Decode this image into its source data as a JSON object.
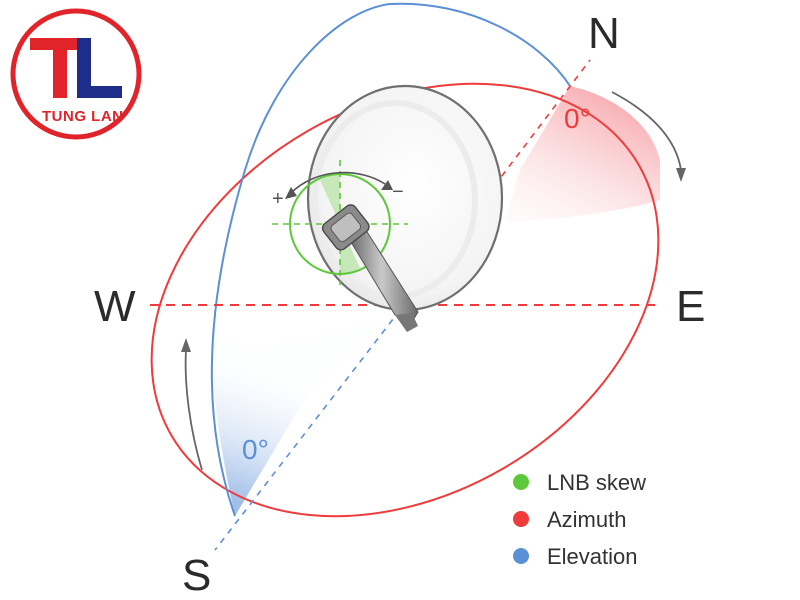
{
  "logo": {
    "monogram": "TL",
    "brand": "TUNG LAN",
    "colors": {
      "ring": "#e0242a",
      "letter_t": "#e0242a",
      "letter_l": "#1f2d8a",
      "brand_text": "#e0242a"
    }
  },
  "directions": {
    "north": "N",
    "south": "S",
    "east": "E",
    "west": "W"
  },
  "angles": {
    "azimuth_zero": "0°",
    "elevation_zero": "0°"
  },
  "skew_signs": {
    "plus": "+",
    "minus": "−"
  },
  "legend": [
    {
      "label": "LNB skew",
      "color": "#5cc83a"
    },
    {
      "label": "Azimuth",
      "color": "#ef3b3b"
    },
    {
      "label": "Elevation",
      "color": "#5b8fd6"
    }
  ],
  "colors": {
    "azimuth": "#ef3b3b",
    "elevation": "#5b8fd6",
    "skew": "#5cc83a",
    "arrow": "#666666",
    "dish_stroke": "#6f6f6f"
  }
}
